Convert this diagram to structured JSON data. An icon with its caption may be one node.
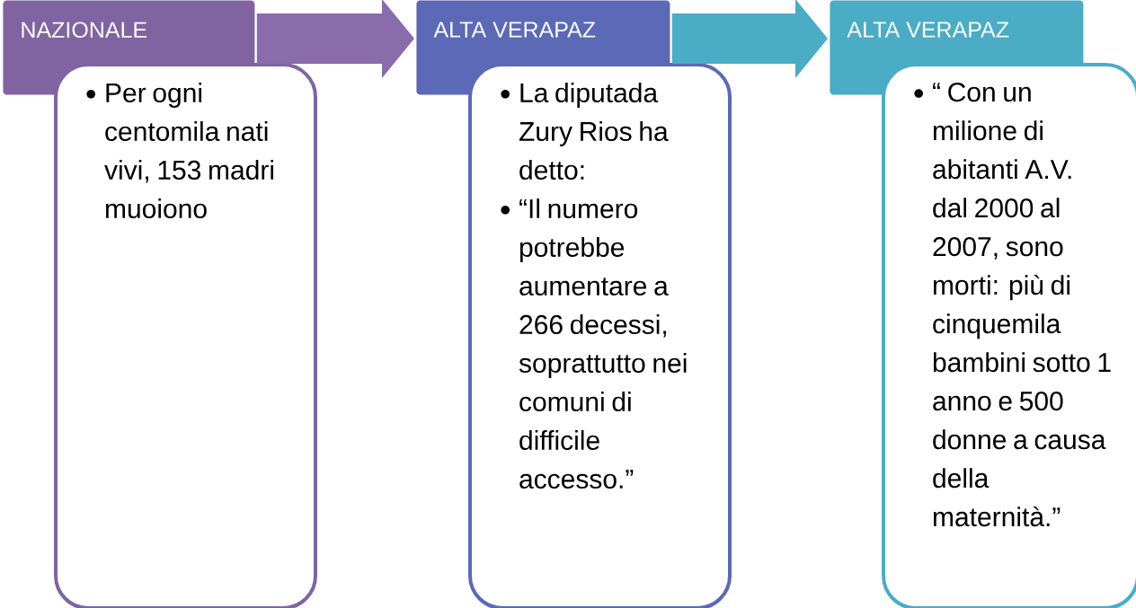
{
  "diagram": {
    "nodes": [
      {
        "text": [
          "NAZIONALE"
        ]
      },
      {
        "text": [
          "Per ogni centomila nati vivi, 153 madri muoiono"
        ]
      },
      {
        "text": [
          "ALTA VERAPAZ"
        ]
      },
      {
        "text": [
          "La diputada Zury Rios ha detto:",
          "“Il numero potrebbe aumentare a 266 decessi, soprattutto nei comuni di difficile accesso.”"
        ]
      },
      {
        "text": [
          "ALTA VERAPAZ"
        ]
      },
      {
        "text": [
          "“ Con un milione di abitanti A.V. dal 2000 al 2007, sono morti: più di cinquemila bambini sotto 1 anno e 500 donne a causa della maternità.”"
        ]
      }
    ],
    "edges": [
      {
        "from": 0,
        "to": 2,
        "arrow": "to",
        "color": "#8a6bab"
      },
      {
        "from": 2,
        "to": 4,
        "arrow": "to",
        "color": "#4bacc6"
      }
    ]
  }
}
